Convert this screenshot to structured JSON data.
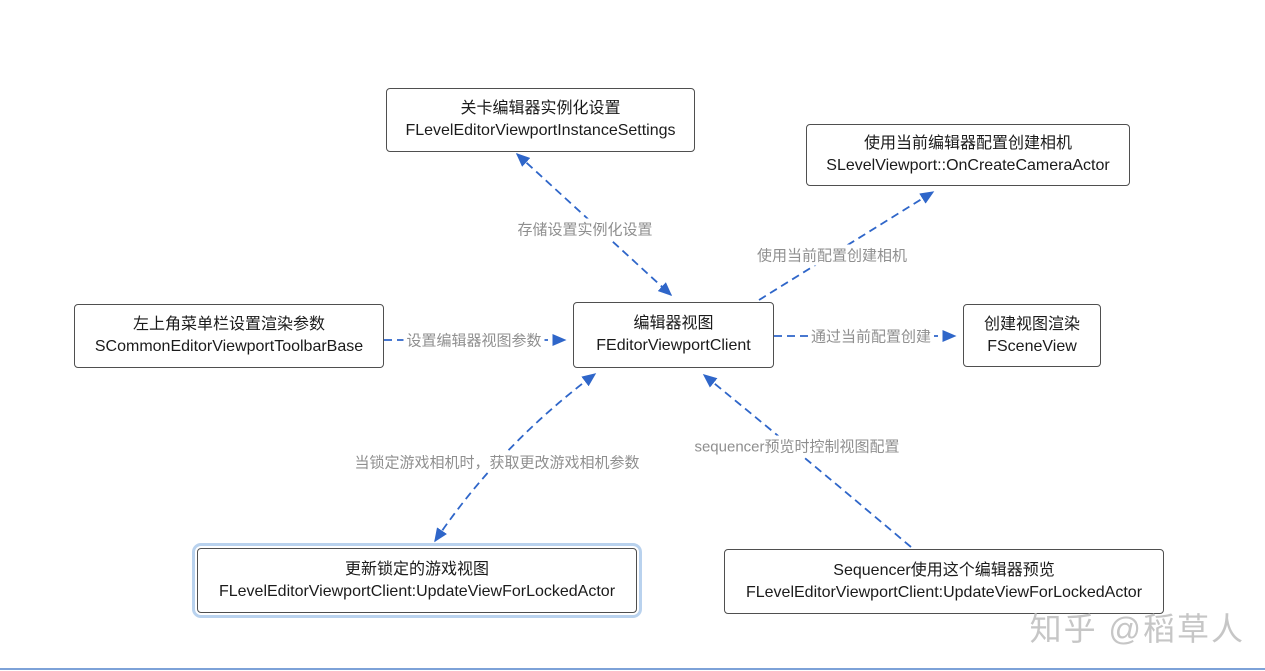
{
  "diagram": {
    "nodes": [
      {
        "title": "关卡编辑器实例化设置",
        "subtitle": "FLevelEditorViewportInstanceSettings"
      },
      {
        "title": "使用当前编辑器配置创建相机",
        "subtitle": "SLevelViewport::OnCreateCameraActor"
      },
      {
        "title": "左上角菜单栏设置渲染参数",
        "subtitle": "SCommonEditorViewportToolbarBase"
      },
      {
        "title": "编辑器视图",
        "subtitle": "FEditorViewportClient"
      },
      {
        "title": "创建视图渲染",
        "subtitle": "FSceneView"
      },
      {
        "title": "更新锁定的游戏视图",
        "subtitle": "FLevelEditorViewportClient:UpdateViewForLockedActor",
        "highlighted": true
      },
      {
        "title": "Sequencer使用这个编辑器预览",
        "subtitle": "FLevelEditorViewportClient:UpdateViewForLockedActor"
      }
    ],
    "edges": [
      {
        "label": "存储设置实例化设置",
        "from": "编辑器视图",
        "to": "关卡编辑器实例化设置",
        "direction": "both"
      },
      {
        "label": "使用当前配置创建相机",
        "from": "编辑器视图",
        "to": "使用当前编辑器配置创建相机",
        "direction": "single"
      },
      {
        "label": "设置编辑器视图参数",
        "from": "左上角菜单栏设置渲染参数",
        "to": "编辑器视图",
        "direction": "single"
      },
      {
        "label": "通过当前配置创建",
        "from": "编辑器视图",
        "to": "创建视图渲染",
        "direction": "single"
      },
      {
        "label": "当锁定游戏相机时，获取更改游戏相机参数",
        "from": "更新锁定的游戏视图",
        "to": "编辑器视图",
        "direction": "both"
      },
      {
        "label": "sequencer预览时控制视图配置",
        "from": "Sequencer使用这个编辑器预览",
        "to": "编辑器视图",
        "direction": "single"
      }
    ]
  },
  "watermark": {
    "text": "知乎 @稻草人"
  },
  "colors": {
    "arrow": "#2f66c9",
    "edge-label": "#8f8f8f",
    "box-border": "#4f4f4f",
    "box-text": "#1b1b1b",
    "highlight": "#b9d2ee",
    "watermark": "#c6c6c6",
    "divider": "#7da2d8"
  }
}
